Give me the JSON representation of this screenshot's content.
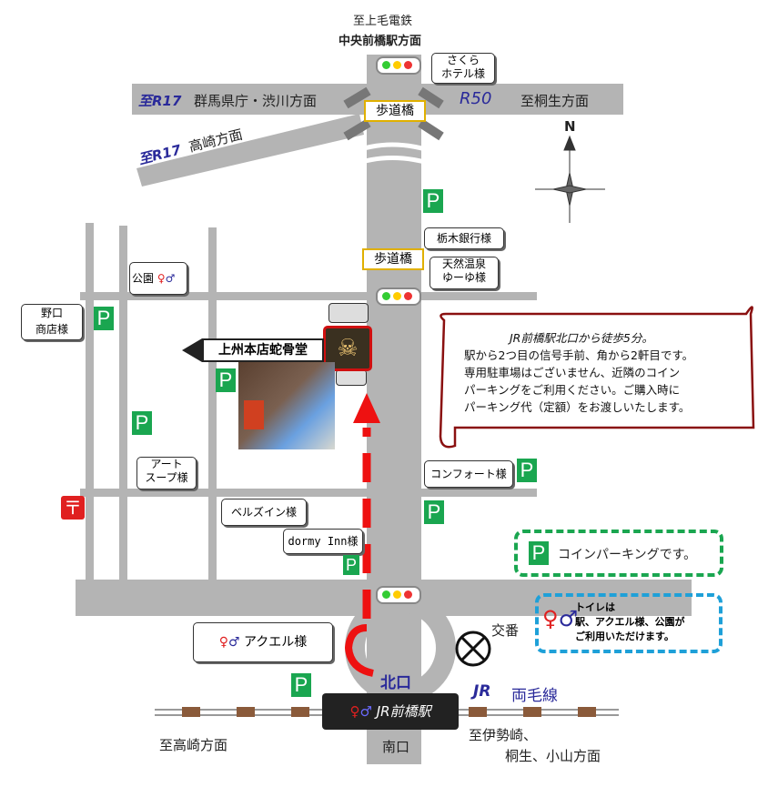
{
  "directions": {
    "north_rail": "至上毛電鉄",
    "north_station": "中央前橋駅方面",
    "west_r17": "至R17",
    "west_dest": "群馬県庁・渋川方面",
    "r50": "R50",
    "east_dest": "至桐生方面",
    "sw_r17": "至R17",
    "sw_dest": "高崎方面",
    "to_takasaki": "至高崎方面",
    "to_isesaki": "至伊勢崎、",
    "to_kiryu": "桐生、小山方面",
    "jr_line": "JR",
    "line_name": "両毛線"
  },
  "landmarks": {
    "sakura_hotel": "さくら\nホテル様",
    "footbridge1": "歩道橋",
    "footbridge2": "歩道橋",
    "tochigi_bank": "栃木銀行様",
    "onsen": "天然温泉\nゆーゆ様",
    "park": "公園",
    "noguchi": "野口\n商店様",
    "art_soup": "アート\nスープ様",
    "comfort": "コンフォート様",
    "bells_inn": "ベルズイン様",
    "dormy_inn": "dormy Inn様",
    "aqueru": "アクエル様",
    "koban": "交番",
    "kitaguchi": "北口",
    "minamiguchi": "南口",
    "station": "JR前橋駅",
    "shop_name": "上州本店蛇骨堂"
  },
  "compass": "N",
  "info": {
    "lines": [
      "JR前橋駅北口から徒歩5分。",
      "駅から2つ目の信号手前、角から2軒目です。",
      "専用駐車場はございません、近隣のコイン",
      "パーキングをご利用ください。ご購入時に",
      "パーキング代（定額）をお渡しいたします。"
    ]
  },
  "legend": {
    "parking_symbol": "P",
    "parking": "コインパーキングです。",
    "toilet_lines": [
      "トイレは",
      "駅、アクエル様、公園が",
      "ご利用いただけます。"
    ]
  },
  "colors": {
    "road": "#b4b4b4",
    "route": "#ee1111",
    "parking": "#1aa650",
    "accent": "#cc1111",
    "blue": "#2a2a9a"
  }
}
